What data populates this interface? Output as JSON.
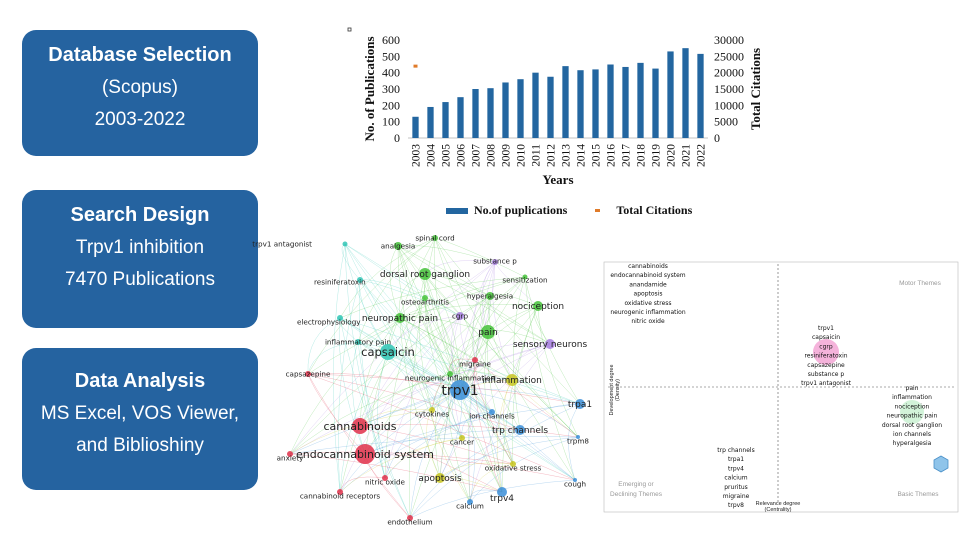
{
  "steps": [
    {
      "title": "Database Selection",
      "lines": [
        "(Scopus)",
        "2003-2022"
      ]
    },
    {
      "title": "Search Design",
      "lines": [
        "Trpv1 inhibition",
        "7470 Publications"
      ]
    },
    {
      "title": "Data Analysis",
      "lines": [
        "MS Excel, VOS Viewer,",
        "and Biblioshiny"
      ]
    }
  ],
  "colors": {
    "box": "#2563a0",
    "bar": "#2366a0",
    "citations": "#e07b2a"
  },
  "legend": {
    "bar_label": "No.of puplications",
    "line_label": "Total Citations"
  },
  "chart_data": {
    "type": "bar",
    "categories": [
      "2003",
      "2004",
      "2005",
      "2006",
      "2007",
      "2008",
      "2009",
      "2010",
      "2011",
      "2012",
      "2013",
      "2014",
      "2015",
      "2016",
      "2017",
      "2018",
      "2019",
      "2020",
      "2021",
      "2022"
    ],
    "series": [
      {
        "name": "No.of puplications",
        "values": [
          130,
          190,
          220,
          250,
          300,
          305,
          340,
          360,
          400,
          375,
          440,
          415,
          420,
          450,
          435,
          460,
          425,
          530,
          550,
          515
        ]
      },
      {
        "name": "Total Citations",
        "values": [
          22000
        ]
      }
    ],
    "xlabel": "Years",
    "ylabel": "No. of Publications",
    "ylabel2": "Total Citations",
    "ylim": [
      0,
      600
    ],
    "ylim2": [
      0,
      30000
    ],
    "yticks": [
      "0",
      "100",
      "200",
      "300",
      "400",
      "500",
      "600"
    ],
    "yticks2": [
      "0",
      "5000",
      "10000",
      "15000",
      "20000",
      "25000",
      "30000"
    ]
  },
  "network": {
    "terms": [
      {
        "label": "trpv1 antagonist",
        "c": "teal"
      },
      {
        "label": "analgesia",
        "c": "green"
      },
      {
        "label": "spinal cord",
        "c": "green"
      },
      {
        "label": "substance p",
        "c": "violet"
      },
      {
        "label": "resiniferatoxin",
        "c": "teal"
      },
      {
        "label": "dorsal root ganglion",
        "c": "green"
      },
      {
        "label": "sensitization",
        "c": "green"
      },
      {
        "label": "hyperalgesia",
        "c": "green"
      },
      {
        "label": "osteoarthritis",
        "c": "green"
      },
      {
        "label": "nociception",
        "c": "green"
      },
      {
        "label": "electrophysiology",
        "c": "teal"
      },
      {
        "label": "neuropathic pain",
        "c": "green"
      },
      {
        "label": "cgrp",
        "c": "violet"
      },
      {
        "label": "pain",
        "c": "green"
      },
      {
        "label": "inflammatory pain",
        "c": "teal"
      },
      {
        "label": "sensory neurons",
        "c": "violet"
      },
      {
        "label": "capsaicin",
        "c": "teal"
      },
      {
        "label": "migraine",
        "c": "red"
      },
      {
        "label": "capsazepine",
        "c": "red"
      },
      {
        "label": "neurogenic inflammation",
        "c": "green"
      },
      {
        "label": "trpv1",
        "c": "blue"
      },
      {
        "label": "inflammation",
        "c": "yellow"
      },
      {
        "label": "trpa1",
        "c": "blue"
      },
      {
        "label": "cytokines",
        "c": "yellow"
      },
      {
        "label": "ion channels",
        "c": "blue"
      },
      {
        "label": "cannabinoids",
        "c": "red"
      },
      {
        "label": "trp channels",
        "c": "blue"
      },
      {
        "label": "trpm8",
        "c": "blue"
      },
      {
        "label": "cancer",
        "c": "yellow"
      },
      {
        "label": "anxiety",
        "c": "red"
      },
      {
        "label": "endocannabinoid system",
        "c": "red"
      },
      {
        "label": "oxidative stress",
        "c": "yellow"
      },
      {
        "label": "nitric oxide",
        "c": "red"
      },
      {
        "label": "apoptosis",
        "c": "yellow"
      },
      {
        "label": "cough",
        "c": "blue"
      },
      {
        "label": "trpv4",
        "c": "blue"
      },
      {
        "label": "cannabinoid receptors",
        "c": "red"
      },
      {
        "label": "calcium",
        "c": "blue"
      },
      {
        "label": "endothelium",
        "c": "red"
      }
    ]
  },
  "thematic_map": {
    "quadrants": {
      "motor": "Motor Themes",
      "emerging": "Emerging or",
      "declining": "Declining Themes",
      "basic": "Basic Themes"
    },
    "y_axis": [
      "Development degree",
      "(Density)"
    ],
    "x_axis": [
      "Relevance degree",
      "(Centrality)"
    ],
    "clusters": [
      {
        "terms": [
          "cannabinoids",
          "endocannabinoid system",
          "anandamide",
          "apoptosis",
          "oxidative stress",
          "neurogenic inflammation",
          "nitric oxide"
        ]
      },
      {
        "terms": [
          "trpv1",
          "capsaicin",
          "cgrp",
          "resiniferatoxin",
          "capsazepine",
          "substance p",
          "trpv1 antagonist"
        ]
      },
      {
        "terms": [
          "pain",
          "inflammation",
          "nociception",
          "neuropathic pain",
          "dorsal root ganglion",
          "ion channels",
          "hyperalgesia"
        ]
      },
      {
        "terms": [
          "trp channels",
          "trpa1",
          "trpv4",
          "calcium",
          "pruritus",
          "migraine",
          "trpv8"
        ]
      }
    ]
  }
}
